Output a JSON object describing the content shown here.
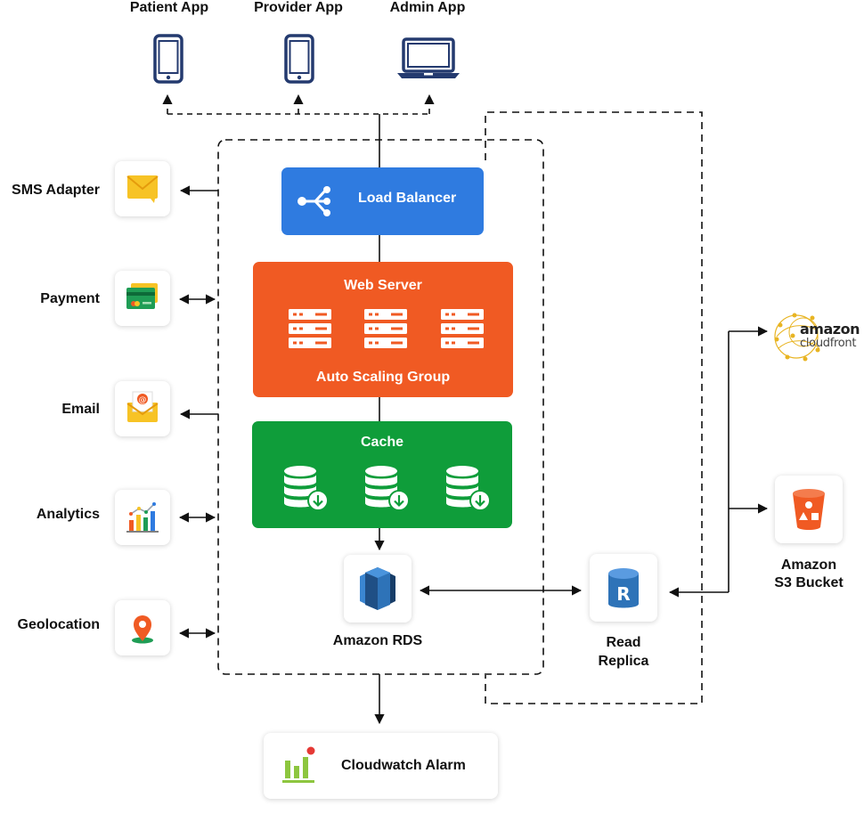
{
  "clients": [
    {
      "label": "Patient App",
      "icon": "phone-icon"
    },
    {
      "label": "Provider App",
      "icon": "phone-icon"
    },
    {
      "label": "Admin App",
      "icon": "laptop-icon"
    }
  ],
  "integrations": [
    {
      "label": "SMS Adapter",
      "icon": "sms-icon"
    },
    {
      "label": "Payment",
      "icon": "payment-card-icon"
    },
    {
      "label": "Email",
      "icon": "email-icon"
    },
    {
      "label": "Analytics",
      "icon": "analytics-chart-icon"
    },
    {
      "label": "Geolocation",
      "icon": "location-pin-icon"
    }
  ],
  "core": {
    "load_balancer": "Load Balancer",
    "web_server": "Web Server",
    "auto_scaling": "Auto Scaling Group",
    "cache": "Cache",
    "rds": "Amazon RDS",
    "read_replica_line1": "Read",
    "read_replica_line2": "Replica"
  },
  "external": {
    "cloudfront_line1": "amazon",
    "cloudfront_line2": "cloudfront",
    "s3_line1": "Amazon",
    "s3_line2": "S3 Bucket"
  },
  "monitoring": {
    "alarm": "Cloudwatch Alarm"
  },
  "colors": {
    "load_balancer": "#2f7be0",
    "web_server": "#f05a23",
    "cache": "#0f9d3a",
    "navy_icon": "#243a6f",
    "rds_blue": "#2e73b8",
    "s3_orange": "#f05a23",
    "cloudfront_gold": "#e8b422",
    "alarm_green": "#8dc63f"
  }
}
